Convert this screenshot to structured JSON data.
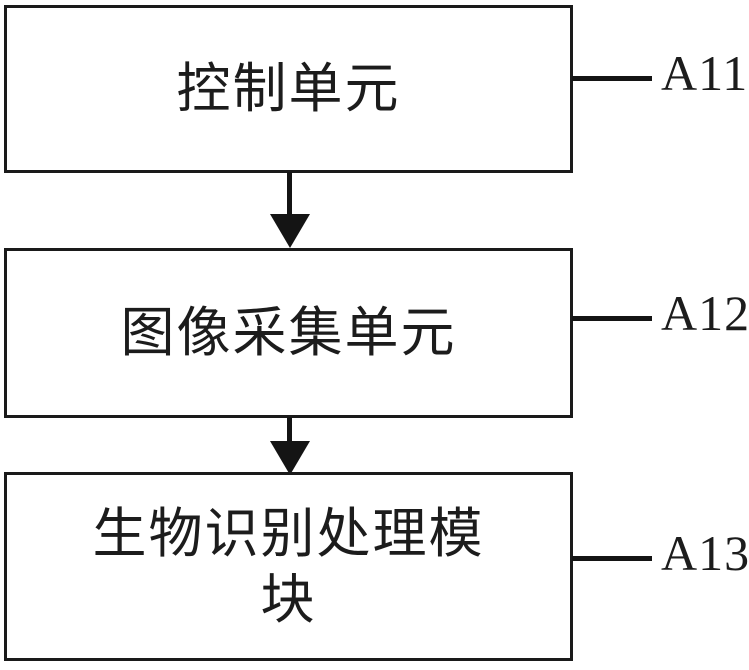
{
  "diagram": {
    "type": "block-diagram",
    "orientation": "vertical-flow",
    "blocks": [
      {
        "id": "control-unit",
        "label": "控制单元",
        "reference": "A11"
      },
      {
        "id": "image-capture-unit",
        "label": "图像采集单元",
        "reference": "A12"
      },
      {
        "id": "biometric-processing-module",
        "label": "生物识别处理模\n块",
        "reference": "A13"
      }
    ],
    "connectors": [
      {
        "id": "control-to-capture",
        "from": "control-unit",
        "to": "image-capture-unit",
        "arrow": "down"
      },
      {
        "id": "capture-to-biometric",
        "from": "image-capture-unit",
        "to": "biometric-processing-module",
        "arrow": "down"
      }
    ],
    "colors": {
      "stroke": "#141414",
      "text": "#1c1c1c",
      "background": "#ffffff"
    }
  }
}
